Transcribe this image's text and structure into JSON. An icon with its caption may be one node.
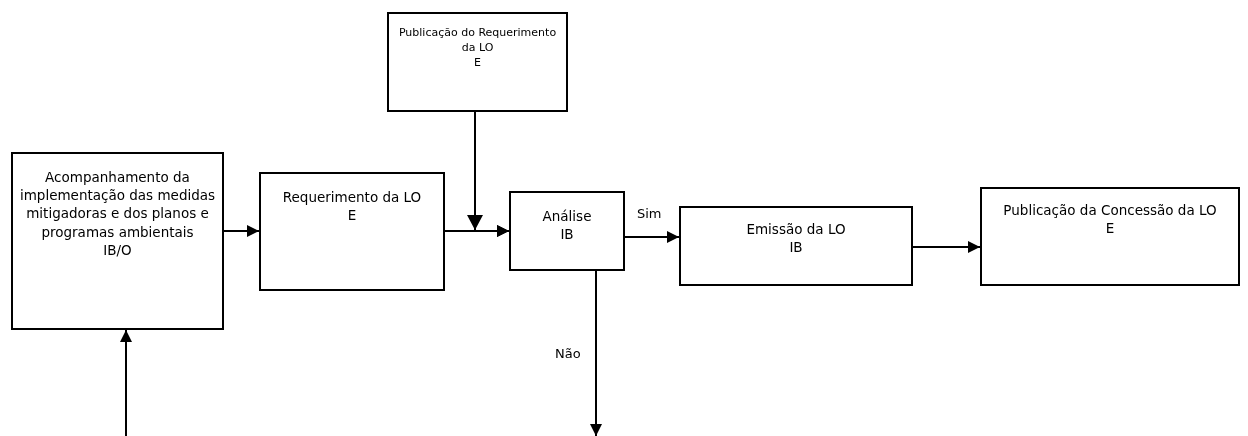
{
  "diagram": {
    "nodes": [
      {
        "text": [
          "Publicação do Requerimento da LO",
          "E"
        ]
      },
      {
        "text": [
          "Acompanhamento da implementação das medidas mitigadoras e dos planos e programas ambientais",
          "IB/O"
        ]
      },
      {
        "text": [
          "Requerimento da LO",
          "E"
        ]
      },
      {
        "text": [
          "Análise",
          "IB"
        ]
      },
      {
        "text": [
          "Emissão da LO",
          "IB"
        ]
      },
      {
        "text": [
          "Publicação da Concessão da LO",
          "E"
        ]
      }
    ],
    "edges": [
      {
        "from": null,
        "to": 1,
        "arrow": "to"
      },
      {
        "from": 1,
        "to": 2,
        "arrow": "to"
      },
      {
        "from": 2,
        "to": 3,
        "arrow": "to"
      },
      {
        "from": 0,
        "to": 3,
        "arrow": "to"
      },
      {
        "from": 3,
        "to": 4,
        "arrow": "to",
        "label": "Sim"
      },
      {
        "from": 4,
        "to": 5,
        "arrow": "to"
      },
      {
        "from": 3,
        "to": null,
        "arrow": "to",
        "label": "Não"
      }
    ]
  }
}
